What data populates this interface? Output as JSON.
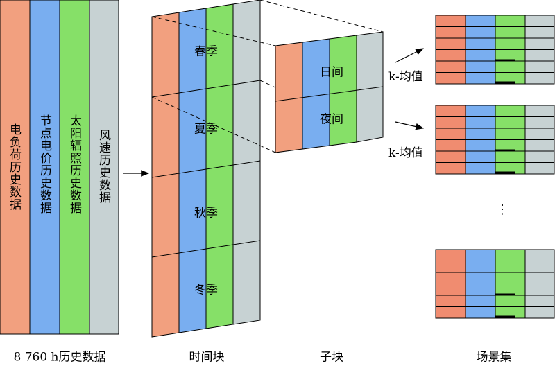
{
  "colors": {
    "load": "#f2a07f",
    "price": "#79aef0",
    "solar": "#86e068",
    "wind": "#c7d2d3",
    "scenario_load": "#f08c70"
  },
  "history": {
    "columns": [
      "电负荷历史数据",
      "节点电价历史数据",
      "太阳辐照历史数据",
      "风速历史数据"
    ],
    "caption": "8 760 h历史数据"
  },
  "time_blocks": {
    "seasons": [
      "春季",
      "夏季",
      "秋季",
      "冬季"
    ],
    "caption": "时间块"
  },
  "sub_block": {
    "periods": [
      "日间",
      "夜间"
    ],
    "caption": "子块"
  },
  "method_labels": [
    "k-均值",
    "k-均值"
  ],
  "scenario_set": {
    "ellipsis": "⋮",
    "caption": "场景集"
  }
}
